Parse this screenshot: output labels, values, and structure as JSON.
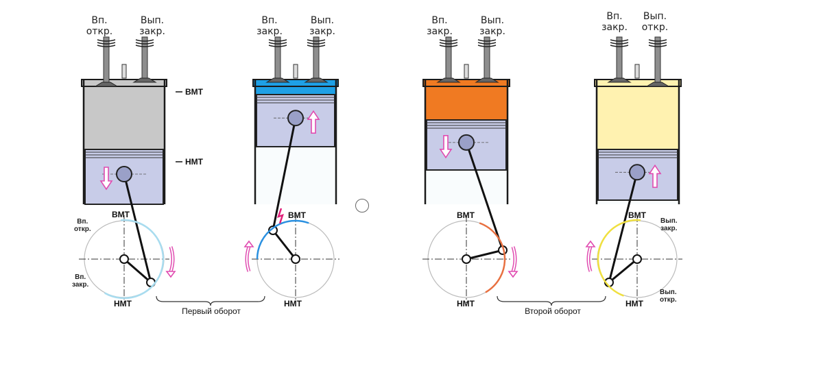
{
  "strokes": [
    {
      "valve_left": [
        "Вп.",
        "откр."
      ],
      "valve_right": [
        "Вып.",
        "закр."
      ],
      "gas_color": "#c8c8c8",
      "tdc": "ВМТ",
      "bdc": "НМТ",
      "side_tdc_label": "ВМТ",
      "side_bdc_label": "НМТ",
      "arc_color": "#a8dcef",
      "notes": [
        [
          "Вп.",
          "откр."
        ],
        [
          "Вп.",
          "закр."
        ]
      ]
    },
    {
      "valve_left": [
        "Вп.",
        "закр."
      ],
      "valve_right": [
        "Вып.",
        "закр."
      ],
      "gas_color": "#1ea0e6",
      "tdc": "ВМТ",
      "bdc": "НМТ",
      "arc_color": "#2a90e0"
    },
    {
      "valve_left": [
        "Вп.",
        "закр."
      ],
      "valve_right": [
        "Вып.",
        "закр."
      ],
      "gas_color": "#f07a22",
      "tdc": "ВМТ",
      "bdc": "НМТ",
      "arc_color": "#e87040"
    },
    {
      "valve_left": [
        "Вп.",
        "закр."
      ],
      "valve_right": [
        "Вып.",
        "откр."
      ],
      "gas_color": "#fff2b0",
      "tdc": "ВМТ",
      "bdc": "НМТ",
      "arc_color": "#f0e040",
      "notes": [
        [
          "Вып.",
          "закр."
        ],
        [
          "Вып.",
          "откр."
        ]
      ]
    }
  ],
  "revolutions": {
    "first": "Первый оборот",
    "second": "Второй оборот"
  },
  "colors": {
    "cylinder_wall": "#1a1a1a",
    "piston": "#c8cce8",
    "motion_arrow": "#e04bb0",
    "spark": "#e0207a"
  }
}
